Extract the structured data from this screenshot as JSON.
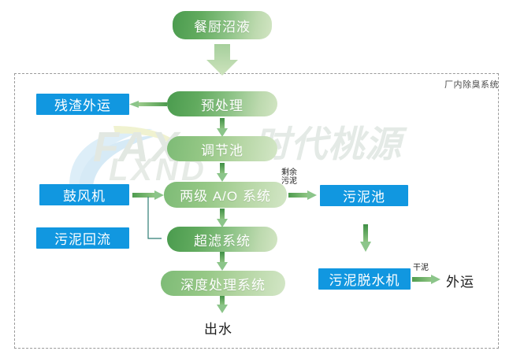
{
  "diagram": {
    "title_watermark": {
      "latin_top": "FAX",
      "latin_bottom": "LXND",
      "chinese": "时代桃源"
    },
    "plant_boundary_label": "厂内除臭系统",
    "nodes": {
      "inlet": "餐厨沼液",
      "pretreatment": "预处理",
      "residue_export": "残渣外运",
      "equalization_tank": "调节池",
      "blower": "鼓风机",
      "two_stage_ao": "两级 A/O 系统",
      "sludge_return": "污泥回流",
      "ultrafiltration": "超滤系统",
      "advanced_treatment": "深度处理系统",
      "effluent": "出水",
      "sludge_pond": "污泥池",
      "sludge_dewaterer": "污泥脱水机",
      "offsite_transport": "外运"
    },
    "edge_labels": {
      "excess_sludge": "剩余\n污泥",
      "excess_sludge_line1": "剩余",
      "excess_sludge_line2": "污泥",
      "dry_sludge": "干泥"
    },
    "colors": {
      "blue": "#1197e0",
      "green_dark": "#4a9b4e",
      "green_light": "#d2e5c3",
      "arrow_green_top": "#3f8f45",
      "arrow_green_bottom": "#8cc47f",
      "boundary_dash": "#9a9a9a",
      "text_dark": "#1c1c1c",
      "connector_teal": "#2e7d74"
    }
  }
}
